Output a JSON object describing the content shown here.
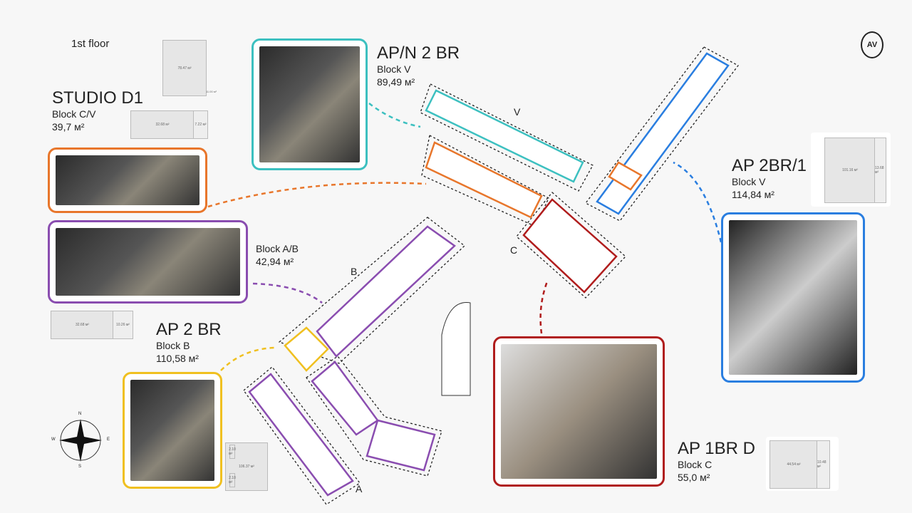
{
  "floor_label": "1st floor",
  "logo": "AV",
  "units": [
    {
      "title": "STUDIO D1",
      "block": "Block C/V",
      "area": "39,7 м²",
      "color": "#e8762b",
      "plan_areas": [
        "78.47 м²",
        "11.00 м²",
        "32.68 м²",
        "7.22 м²"
      ]
    },
    {
      "title": "",
      "block": "Block A/B",
      "area": "42,94 м²",
      "color": "#8a4db0",
      "plan_areas": [
        "32.68 м²",
        "10.26 м²"
      ]
    },
    {
      "title": "AP 2 BR",
      "block": "Block B",
      "area": "110,58 м²",
      "color": "#f0c020",
      "plan_areas": [
        "2.10 м²",
        "106.37 м²",
        "2.10 м²"
      ]
    },
    {
      "title": "AP/N 2 BR",
      "block": "Block V",
      "area": "89,49 м²",
      "color": "#3cc0c0"
    },
    {
      "title": "AP 2BR/1",
      "block": "Block V",
      "area": "114,84 м²",
      "color": "#2a7ee0",
      "plan_areas": [
        "101.16 м²",
        "13.68 м²"
      ]
    },
    {
      "title": "AP 1BR D",
      "block": "Block C",
      "area": "55,0 м²",
      "color": "#b01c1c",
      "plan_areas": [
        "44.54 м²",
        "10.48 м²"
      ]
    }
  ],
  "block_labels": [
    "V",
    "C",
    "B",
    "A"
  ],
  "compass": {
    "n": "N",
    "s": "S",
    "e": "E",
    "w": "W"
  }
}
